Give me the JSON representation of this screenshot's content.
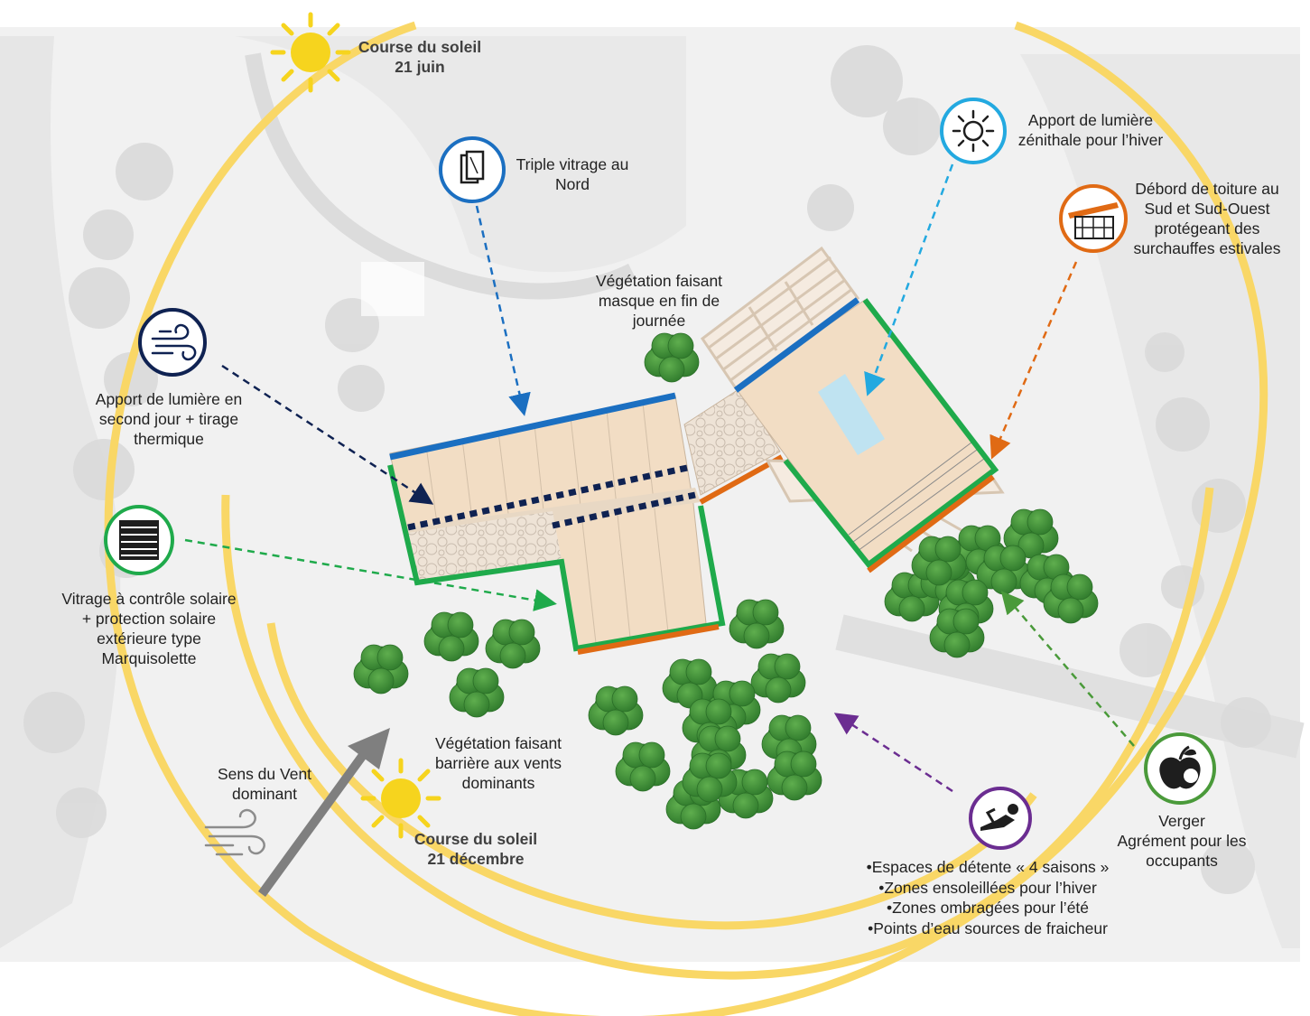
{
  "sun_summer": {
    "title": "Course du soleil",
    "date": "21 juin"
  },
  "sun_winter": {
    "title": "Course du soleil",
    "date": "21 décembre"
  },
  "wind": {
    "line1": "Sens du Vent",
    "line2": "dominant"
  },
  "callouts": {
    "triple_glazing": {
      "line1": "Triple vitrage au",
      "line2": "Nord"
    },
    "veg_mask": {
      "line1": "Végétation faisant",
      "line2": "masque en fin de",
      "line3": "journée"
    },
    "zenithal_light": {
      "line1": "Apport de lumière",
      "line2": "zénithale pour l’hiver"
    },
    "roof_overhang": {
      "line1": "Débord de toiture au",
      "line2": "Sud et Sud-Ouest",
      "line3": "protégeant des",
      "line4": "surchauffes estivales"
    },
    "second_light": {
      "line1": "Apport de lumière en",
      "line2": "second jour + tirage",
      "line3": "thermique"
    },
    "solar_glazing": {
      "line1": "Vitrage à contrôle solaire",
      "line2": "+ protection solaire",
      "line3": "extérieure type",
      "line4": "Marquisolette"
    },
    "veg_barrier": {
      "line1": "Végétation faisant",
      "line2": "barrière aux vents",
      "line3": "dominants"
    },
    "orchard": {
      "line1": "Verger",
      "line2": "Agrément pour les",
      "line3": "occupants"
    },
    "relax_spaces": {
      "items": [
        "•Espaces de détente « 4 saisons »",
        "•Zones ensoleillées pour l’hiver",
        "•Zones ombragées pour l’été",
        "•Points d’eau sources de fraicheur"
      ]
    }
  },
  "colors": {
    "sun_arc": "#f9d766",
    "sun": "#f6d41e",
    "north_glazing": "#1b6fc1",
    "solar_glazing": "#1faa4b",
    "overhang": "#e06a14",
    "vent_path": "#0f2252",
    "zenith": "#23a9e0",
    "orchard_line": "#4a9a3a",
    "relax": "#6b2d91",
    "tree": "#3d8b37",
    "roof": "#f2ddc4"
  }
}
